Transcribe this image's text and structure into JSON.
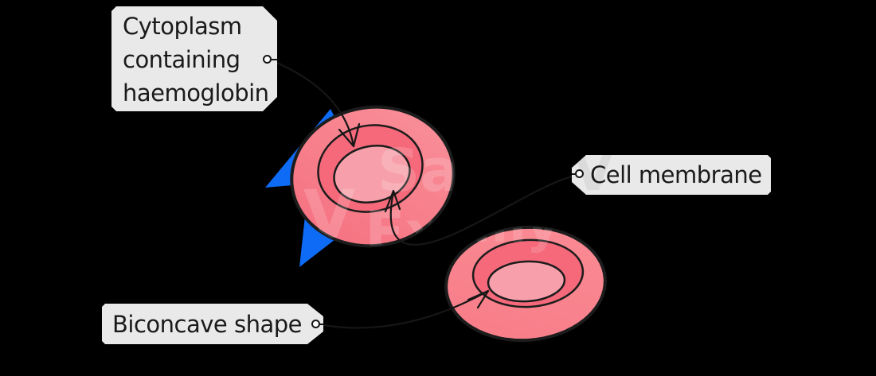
{
  "diagram": {
    "type": "red-blood-cell-labelled-diagram",
    "background": "#000000",
    "labels": {
      "cytoplasm": {
        "lines": [
          "Cytoplasm",
          "containing",
          "haemoglobin"
        ]
      },
      "cell_membrane": {
        "text": "Cell membrane"
      },
      "biconcave": {
        "text": "Biconcave shape"
      }
    },
    "colors": {
      "label_background": "#E9E9E9",
      "label_text": "#1A1A1A",
      "outline": "#1C1C1C",
      "cell_outer_light": "#F9929B",
      "cell_outer_dark": "#F56E7E",
      "cell_ring": "#F5697A",
      "cell_centre": "#F7A0AB",
      "arrow_blue": "#0E6BF5"
    },
    "watermark": {
      "v": "V",
      "sa": "Sa",
      "ex": "Ex",
      "my": "my",
      "label_v": "V"
    }
  }
}
